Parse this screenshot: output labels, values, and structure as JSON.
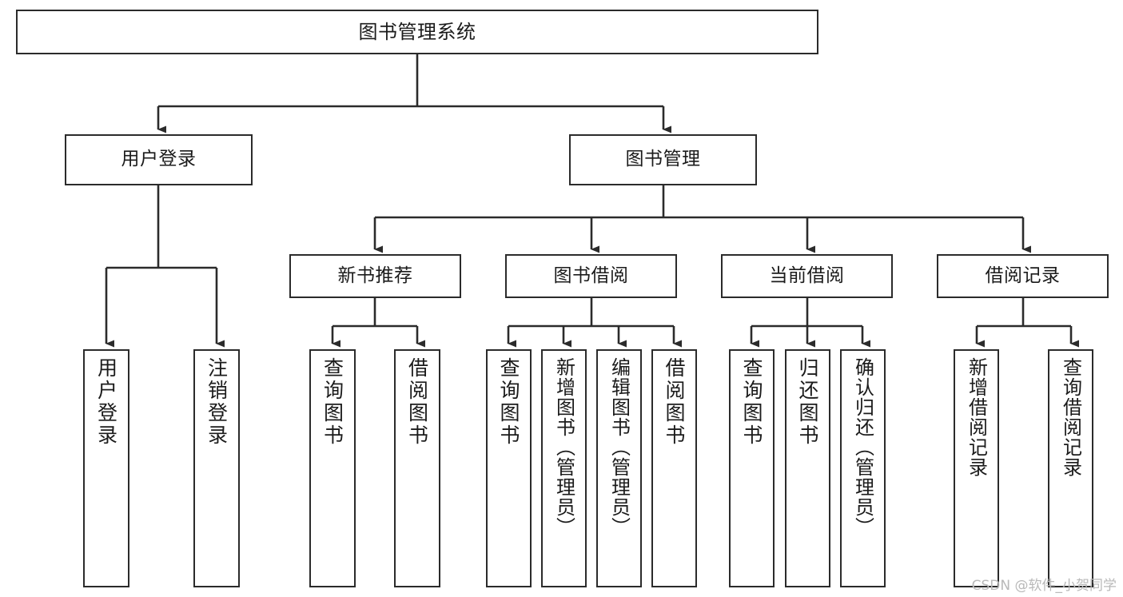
{
  "diagram": {
    "title": "图书管理系统",
    "type": "tree",
    "watermark": "CSDN @软件_小贺同学",
    "line_color": "#2b2b2b",
    "box_fill": "#ffffff",
    "text_color": "#1b1b1b",
    "levels": [
      {
        "level": 1,
        "nodes": [
          {
            "id": "root",
            "label": "图书管理系统"
          }
        ]
      },
      {
        "level": 2,
        "nodes": [
          {
            "id": "login",
            "label": "用户登录",
            "parent": "root"
          },
          {
            "id": "bookmgmt",
            "label": "图书管理",
            "parent": "root"
          }
        ]
      },
      {
        "level": 3,
        "nodes": [
          {
            "id": "newbook",
            "label": "新书推荐",
            "parent": "bookmgmt"
          },
          {
            "id": "borrow",
            "label": "图书借阅",
            "parent": "bookmgmt"
          },
          {
            "id": "current",
            "label": "当前借阅",
            "parent": "bookmgmt"
          },
          {
            "id": "records",
            "label": "借阅记录",
            "parent": "bookmgmt"
          }
        ]
      },
      {
        "level": 4,
        "nodes": [
          {
            "id": "leaf-user-login",
            "label": "用户登录",
            "parent": "login"
          },
          {
            "id": "leaf-user-logout",
            "label": "注销登录",
            "parent": "login"
          },
          {
            "id": "leaf-new-query",
            "label": "查询图书",
            "parent": "newbook"
          },
          {
            "id": "leaf-new-borrow",
            "label": "借阅图书",
            "parent": "newbook"
          },
          {
            "id": "leaf-borrow-query",
            "label": "查询图书",
            "parent": "borrow"
          },
          {
            "id": "leaf-borrow-add",
            "label": "新增图书（管理员）",
            "parent": "borrow"
          },
          {
            "id": "leaf-borrow-edit",
            "label": "编辑图书（管理员）",
            "parent": "borrow"
          },
          {
            "id": "leaf-borrow-lend",
            "label": "借阅图书",
            "parent": "borrow"
          },
          {
            "id": "leaf-cur-query",
            "label": "查询图书",
            "parent": "current"
          },
          {
            "id": "leaf-cur-return",
            "label": "归还图书",
            "parent": "current"
          },
          {
            "id": "leaf-cur-confirm",
            "label": "确认归还（管理员）",
            "parent": "current"
          },
          {
            "id": "leaf-rec-add",
            "label": "新增借阅记录",
            "parent": "records"
          },
          {
            "id": "leaf-rec-query",
            "label": "查询借阅记录",
            "parent": "records"
          }
        ]
      }
    ]
  }
}
